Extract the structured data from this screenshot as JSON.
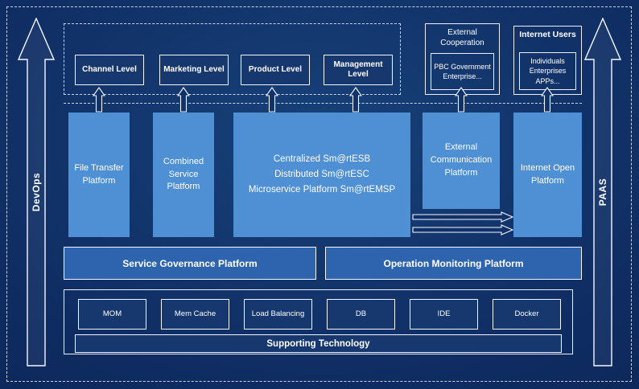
{
  "side_rails": {
    "left_label": "DevOps",
    "right_label": "PAAS"
  },
  "top_levels": {
    "items": [
      {
        "label": "Channel Level"
      },
      {
        "label": "Marketing Level"
      },
      {
        "label": "Product Level"
      },
      {
        "label": "Management Level"
      }
    ]
  },
  "external_cooperation": {
    "title": "External Cooperation",
    "member": "PBC Government Enterprise..."
  },
  "internet_users": {
    "title": "Internet Users",
    "member": "Individuals Enterprises APPs..."
  },
  "platforms": {
    "file_transfer": "File Transfer Platform",
    "combined_service": "Combined Service Platform",
    "esb_lines": [
      "Centralized Sm@rtESB",
      "Distributed Sm@rtESC",
      "Microservice Platform Sm@rtEMSP"
    ],
    "external_communication": "External Communication Platform",
    "internet_open": "Internet Open Platform"
  },
  "bars": {
    "governance": "Service Governance Platform",
    "monitoring": "Operation Monitoring Platform"
  },
  "supporting": {
    "items": [
      {
        "label": "MOM"
      },
      {
        "label": "Mem Cache"
      },
      {
        "label": "Load Balancing"
      },
      {
        "label": "DB"
      },
      {
        "label": "IDE"
      },
      {
        "label": "Docker"
      }
    ],
    "bar_label": "Supporting Technology"
  },
  "colors": {
    "platform_blue": "#4f8fd3",
    "bar_blue": "#2e64ae",
    "dark_box": "#16386f",
    "background": "#0f2d63"
  }
}
